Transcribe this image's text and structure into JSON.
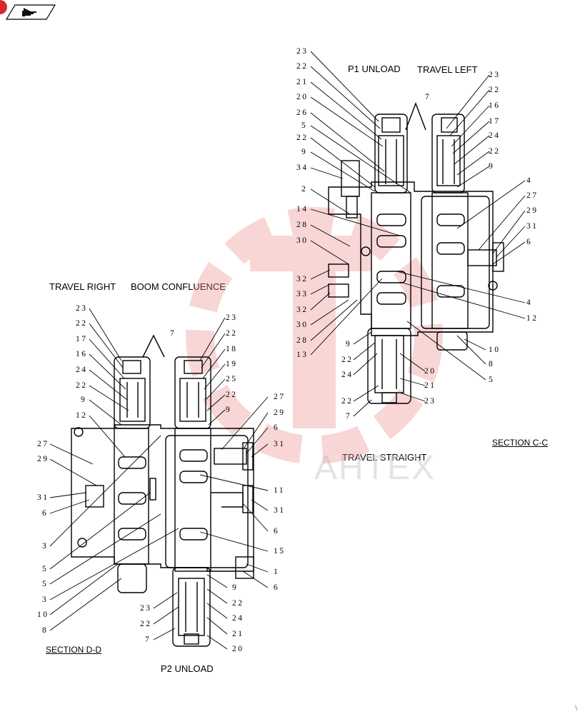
{
  "nav": {
    "back_icon": "hand-pointer-icon"
  },
  "labels": {
    "p1_unload": "P1 UNLOAD",
    "travel_left": "TRAVEL LEFT",
    "travel_right": "TRAVEL RIGHT",
    "boom_confluence": "BOOM CONFLUENCE",
    "travel_straight": "TRAVEL STRAIGHT",
    "p2_unload": "P2 UNLOAD",
    "section_cc": "SECTION  C-C",
    "section_dd": "SECTION  D-D"
  },
  "watermark": "AHTEX",
  "colors": {
    "badge": "#d72a2a",
    "watermark": "#f2b8b8"
  },
  "parts_cc_left": [
    "23",
    "22",
    "21",
    "20",
    "26",
    "5",
    "22",
    "9",
    "34",
    "2",
    "14",
    "28",
    "30",
    "32",
    "33",
    "32",
    "30",
    "28",
    "13"
  ],
  "parts_cc_right": [
    "23",
    "22",
    "16",
    "17",
    "24",
    "22",
    "9",
    "4",
    "27",
    "29",
    "31",
    "6",
    "4",
    "12",
    "10",
    "8",
    "5"
  ],
  "parts_cc_lower": [
    "9",
    "22",
    "24",
    "22",
    "7",
    "20",
    "21",
    "23"
  ],
  "parts_cc_top": [
    "7"
  ],
  "parts_dd_left": [
    "23",
    "22",
    "17",
    "16",
    "24",
    "22",
    "9",
    "12",
    "27",
    "29",
    "31",
    "6",
    "3",
    "5",
    "5",
    "3",
    "10",
    "8"
  ],
  "parts_dd_right": [
    "23",
    "22",
    "18",
    "19",
    "25",
    "22",
    "9",
    "27",
    "29",
    "6",
    "31",
    "11",
    "31",
    "6",
    "15",
    "1",
    "6"
  ],
  "parts_dd_lower": [
    "23",
    "22",
    "7",
    "9",
    "22",
    "24",
    "21",
    "20"
  ],
  "parts_dd_top": [
    "7"
  ],
  "corner_mark": "\\"
}
